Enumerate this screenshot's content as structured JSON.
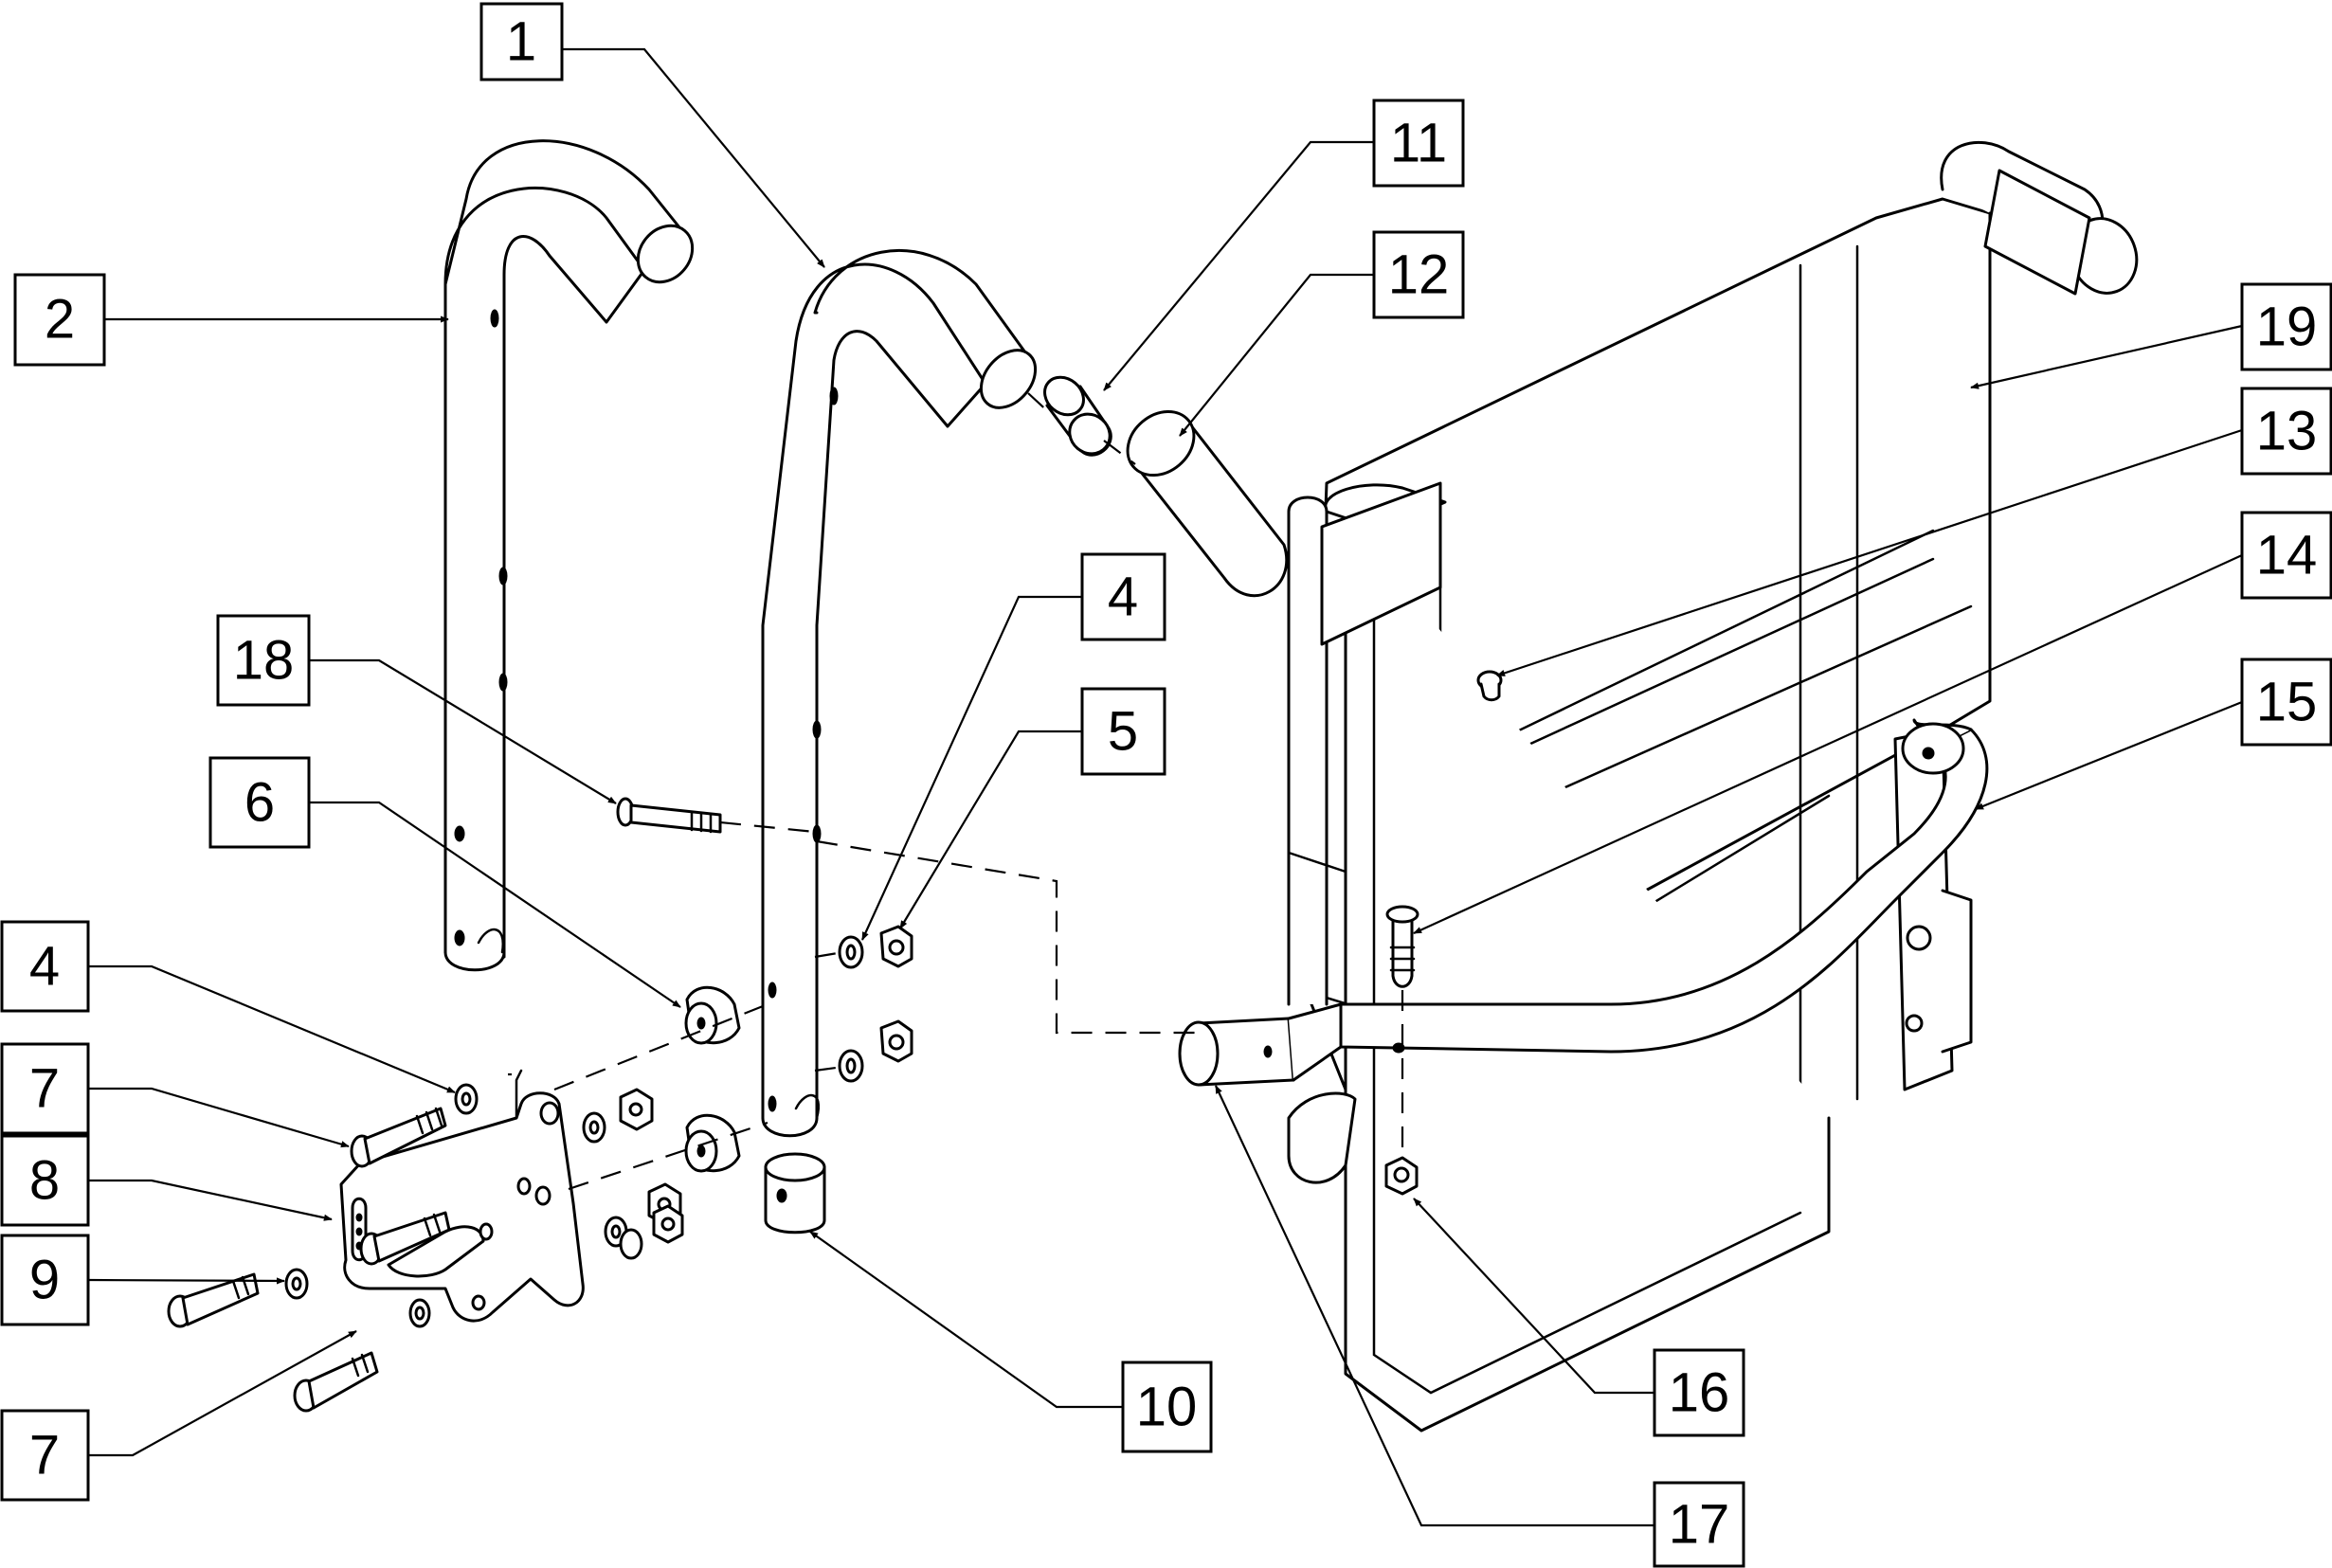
{
  "callouts": [
    {
      "label": "1"
    },
    {
      "label": "2"
    },
    {
      "label": "11"
    },
    {
      "label": "12"
    },
    {
      "label": "19"
    },
    {
      "label": "13"
    },
    {
      "label": "14"
    },
    {
      "label": "15"
    },
    {
      "label": "4"
    },
    {
      "label": "5"
    },
    {
      "label": "18"
    },
    {
      "label": "6"
    },
    {
      "label": "4"
    },
    {
      "label": "7"
    },
    {
      "label": "8"
    },
    {
      "label": "9"
    },
    {
      "label": "7"
    },
    {
      "label": "10"
    },
    {
      "label": "16"
    },
    {
      "label": "17"
    }
  ]
}
